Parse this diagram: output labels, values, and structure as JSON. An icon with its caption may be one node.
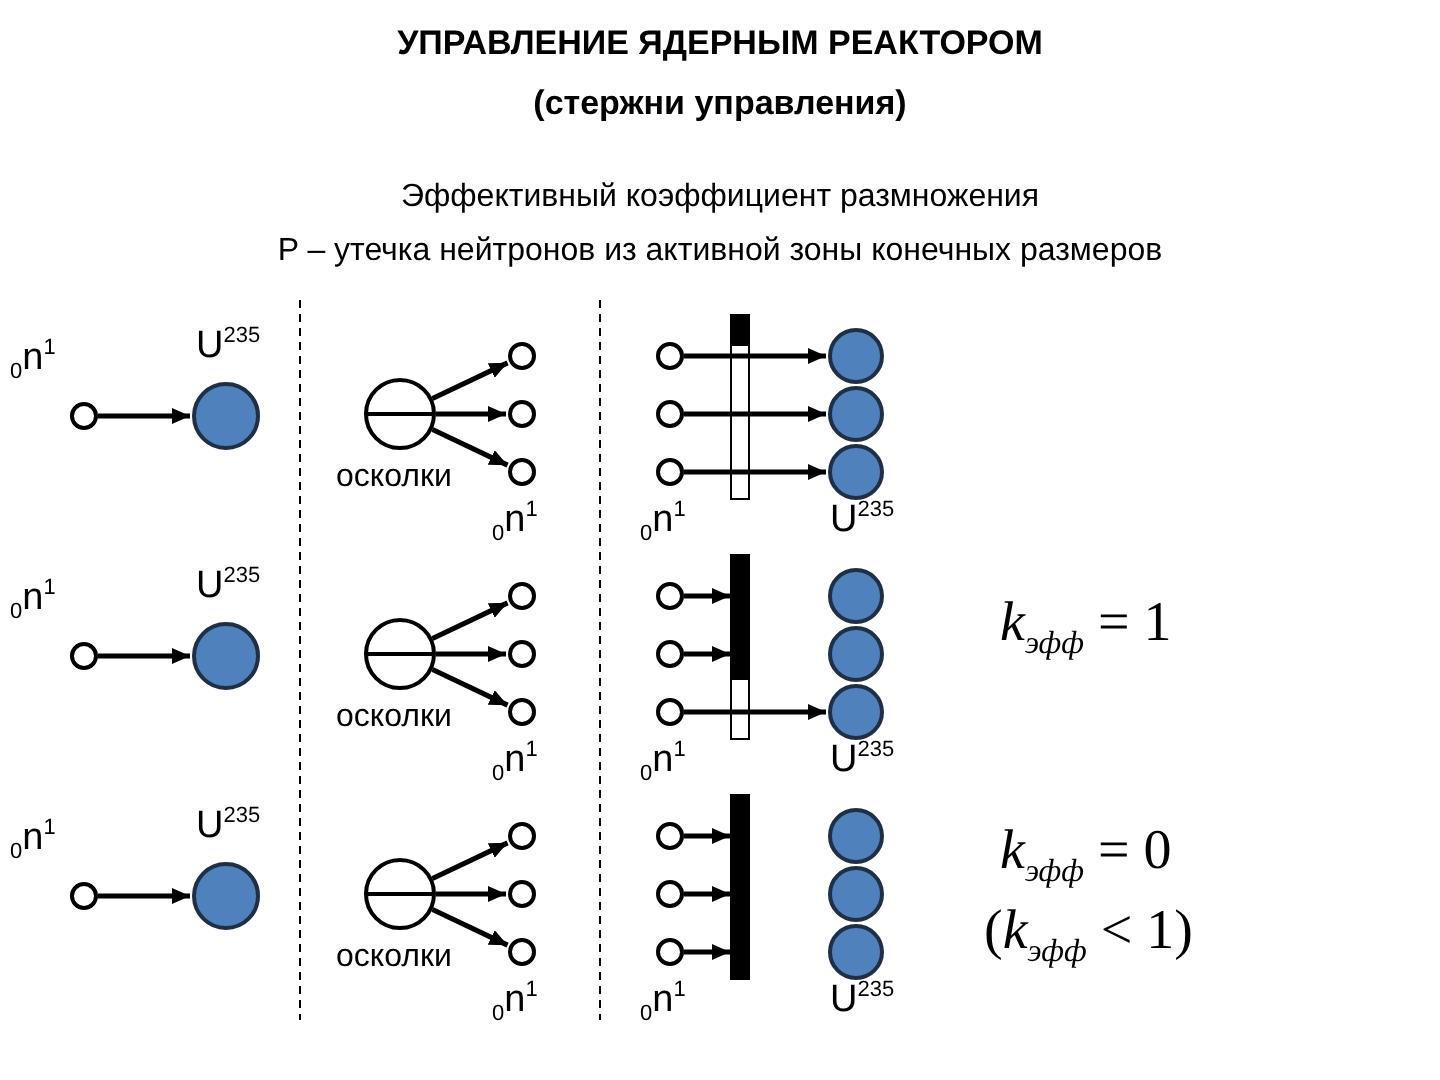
{
  "diagram": {
    "title": "УПРАВЛЕНИЕ ЯДЕРНЫМ РЕАКТОРОМ",
    "nodes": [
      {
        "text": [],
        "shape": "circle",
        "beside": [
          "$_{0}$n$^{1}$"
        ]
      },
      {
        "text": [],
        "shape": "circle",
        "beside": [
          "U$^{235}$"
        ]
      },
      {
        "text": [],
        "shape": "circle",
        "beside": [
          "осколки"
        ]
      },
      {
        "text": [],
        "shape": "circle"
      },
      {
        "text": [],
        "shape": "circle"
      },
      {
        "text": [],
        "shape": "circle",
        "beside": [
          "$_{0}$n$^{1}$"
        ]
      },
      {
        "text": [],
        "shape": "circle"
      },
      {
        "text": [],
        "shape": "circle"
      },
      {
        "text": [],
        "shape": "circle",
        "beside": [
          "$_{0}$n$^{1}$"
        ]
      },
      {
        "text": [],
        "shape": "bar"
      },
      {
        "text": [],
        "shape": "circle"
      },
      {
        "text": [],
        "shape": "circle"
      },
      {
        "text": [],
        "shape": "circle",
        "beside": [
          "U$^{235}$"
        ]
      },
      {
        "text": [],
        "shape": "circle",
        "beside": [
          "$_{0}$n$^{1}$"
        ]
      },
      {
        "text": [],
        "shape": "circle",
        "beside": [
          "U$^{235}$"
        ]
      },
      {
        "text": [],
        "shape": "circle",
        "beside": [
          "осколки"
        ]
      },
      {
        "text": [],
        "shape": "circle"
      },
      {
        "text": [],
        "shape": "circle"
      },
      {
        "text": [],
        "shape": "circle",
        "beside": [
          "$_{0}$n$^{1}$"
        ]
      },
      {
        "text": [],
        "shape": "circle"
      },
      {
        "text": [],
        "shape": "circle"
      },
      {
        "text": [],
        "shape": "circle",
        "beside": [
          "$_{0}$n$^{1}$"
        ]
      },
      {
        "text": [],
        "shape": "bar"
      },
      {
        "text": [],
        "shape": "circle"
      },
      {
        "text": [],
        "shape": "circle"
      },
      {
        "text": [],
        "shape": "circle",
        "beside": [
          "U$^{235}$"
        ]
      },
      {
        "text": [],
        "shape": "circle",
        "beside": [
          "$_{0}$n$^{1}$"
        ]
      },
      {
        "text": [],
        "shape": "circle",
        "beside": [
          "U$^{235}$"
        ]
      },
      {
        "text": [],
        "shape": "circle",
        "beside": [
          "осколки"
        ]
      },
      {
        "text": [],
        "shape": "circle"
      },
      {
        "text": [],
        "shape": "circle"
      },
      {
        "text": [],
        "shape": "circle",
        "beside": [
          "$_{0}$n$^{1}$"
        ]
      },
      {
        "text": [],
        "shape": "circle"
      },
      {
        "text": [],
        "shape": "circle"
      },
      {
        "text": [],
        "shape": "circle",
        "beside": [
          "$_{0}$n$^{1}$"
        ]
      },
      {
        "text": [],
        "shape": "bar"
      },
      {
        "text": [],
        "shape": "circle"
      },
      {
        "text": [],
        "shape": "circle"
      },
      {
        "text": [],
        "shape": "circle",
        "beside": [
          "U$^{235}$"
        ]
      }
    ],
    "edges": [
      {
        "from": 0,
        "to": 1,
        "arrow": "to"
      },
      {
        "from": 2,
        "to": 3,
        "arrow": "to"
      },
      {
        "from": 2,
        "to": 4,
        "arrow": "to"
      },
      {
        "from": 2,
        "to": 5,
        "arrow": "to"
      },
      {
        "from": 6,
        "to": 10,
        "arrow": "to"
      },
      {
        "from": 7,
        "to": 11,
        "arrow": "to"
      },
      {
        "from": 8,
        "to": 12,
        "arrow": "to"
      },
      {
        "from": 13,
        "to": 14,
        "arrow": "to"
      },
      {
        "from": 15,
        "to": 16,
        "arrow": "to"
      },
      {
        "from": 15,
        "to": 17,
        "arrow": "to"
      },
      {
        "from": 15,
        "to": 18,
        "arrow": "to"
      },
      {
        "from": 19,
        "to": 22,
        "arrow": "to"
      },
      {
        "from": 20,
        "to": 22,
        "arrow": "to"
      },
      {
        "from": 21,
        "to": 25,
        "arrow": "to"
      },
      {
        "from": 26,
        "to": 27,
        "arrow": "to"
      },
      {
        "from": 28,
        "to": 29,
        "arrow": "to"
      },
      {
        "from": 28,
        "to": 30,
        "arrow": "to"
      },
      {
        "from": 28,
        "to": 31,
        "arrow": "to"
      },
      {
        "from": 32,
        "to": 35,
        "arrow": "to"
      },
      {
        "from": 33,
        "to": 35,
        "arrow": "to"
      },
      {
        "from": 34,
        "to": 35,
        "arrow": "to"
      }
    ],
    "labels": [
      "(стержни управления)",
      "Эффективный коэффициент размножения",
      "P – утечка нейтронов из активной зоны конечных размеров",
      "*k*$_{эфф}$ = 1",
      "*k*$_{эфф}$ = 0",
      "(*k*$_{эфф}$ < 1)"
    ]
  }
}
